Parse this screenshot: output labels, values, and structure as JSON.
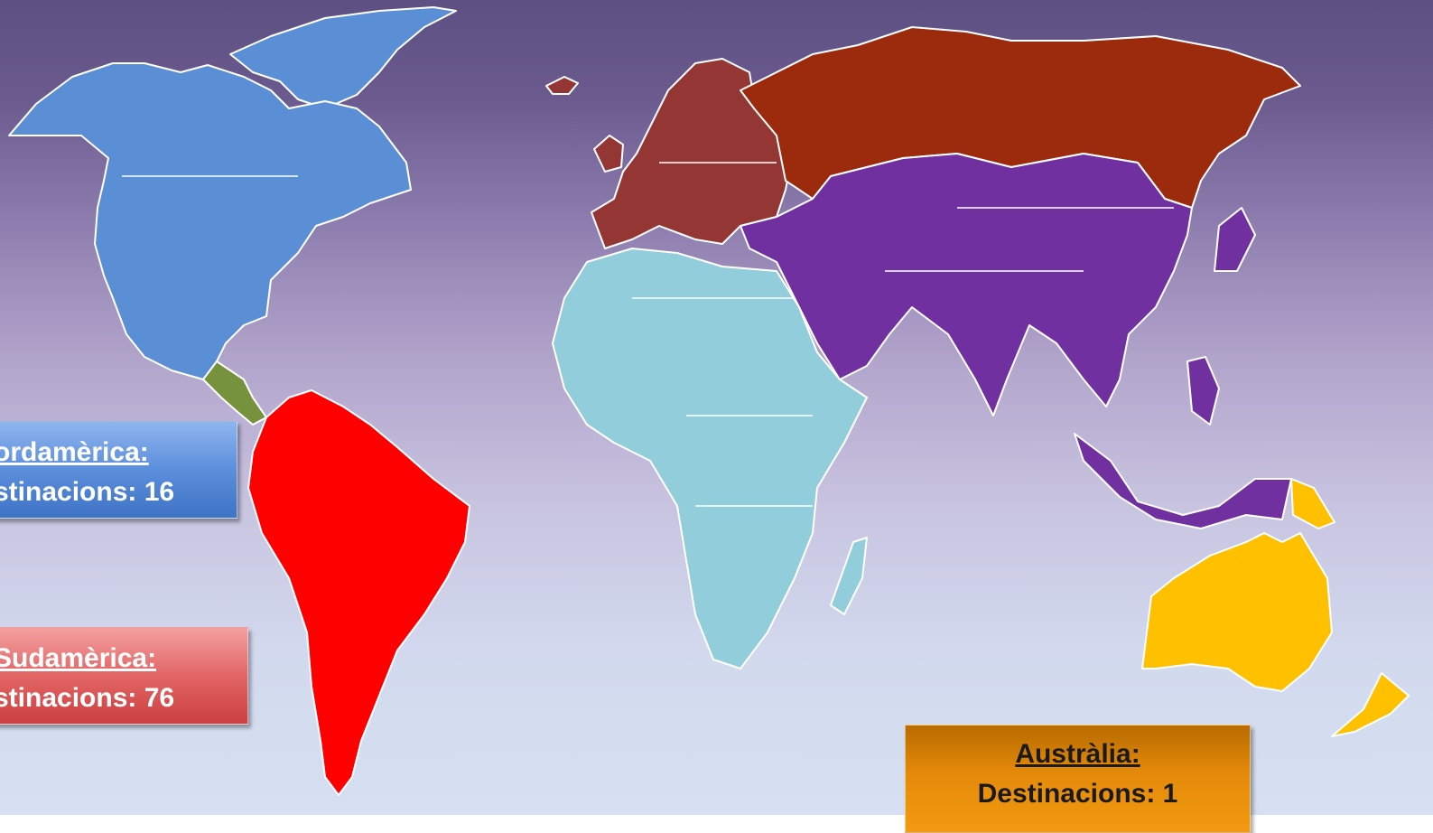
{
  "colors": {
    "north_america": "#5a8fd6",
    "central_america": "#76923c",
    "south_america": "#ff0000",
    "europe": "#943634",
    "russia": "#9c2a0c",
    "africa": "#92cddc",
    "asia": "#7030a0",
    "australia": "#ffc000"
  },
  "labels": {
    "north_america": {
      "title": "ordamèrica:",
      "count": "stinacions: 16"
    },
    "south_america": {
      "title": "Sudamèrica:",
      "count": "stinacions: 76"
    },
    "australia": {
      "title": "Austràlia:",
      "count": "Destinacions: 1"
    }
  }
}
